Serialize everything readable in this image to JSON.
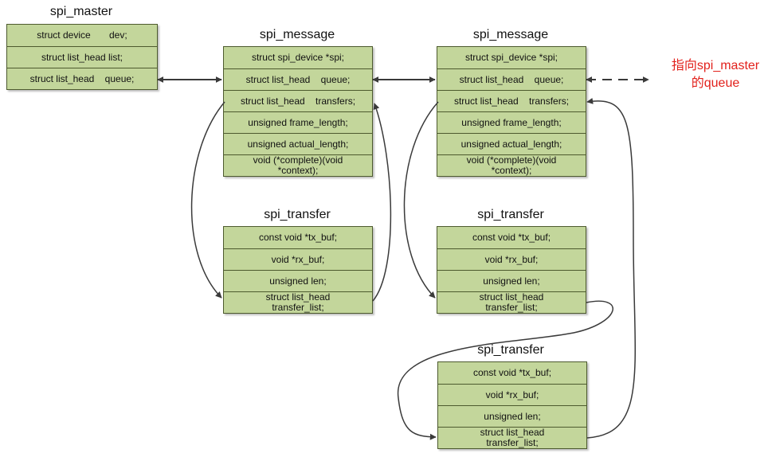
{
  "spi_master": {
    "title": "spi_master",
    "rows": [
      "struct device       dev;",
      "struct list_head list;",
      "struct list_head    queue;"
    ]
  },
  "messages": [
    {
      "title": "spi_message",
      "rows": [
        "struct spi_device *spi;",
        "struct list_head    queue;",
        "struct list_head    transfers;",
        "unsigned frame_length;",
        "unsigned actual_length;",
        "void (*complete)(void\n*context);"
      ]
    },
    {
      "title": "spi_message",
      "rows": [
        "struct spi_device *spi;",
        "struct list_head    queue;",
        "struct list_head    transfers;",
        "unsigned frame_length;",
        "unsigned actual_length;",
        "void (*complete)(void\n*context);"
      ]
    }
  ],
  "transfers": [
    {
      "title": "spi_transfer",
      "rows": [
        "const void *tx_buf;",
        "void *rx_buf;",
        "unsigned len;",
        "struct list_head\ntransfer_list;"
      ]
    },
    {
      "title": "spi_transfer",
      "rows": [
        "const void *tx_buf;",
        "void *rx_buf;",
        "unsigned len;",
        "struct list_head\ntransfer_list;"
      ]
    },
    {
      "title": "spi_transfer",
      "rows": [
        "const void *tx_buf;",
        "void *rx_buf;",
        "unsigned len;",
        "struct list_head\ntransfer_list;"
      ]
    }
  ],
  "annotation": "指向spi_master\n的queue",
  "colors": {
    "box_fill": "#c3d69b",
    "box_border": "#4d5a2e",
    "arrow": "#3a3a3a",
    "annotation": "#e2211c"
  }
}
